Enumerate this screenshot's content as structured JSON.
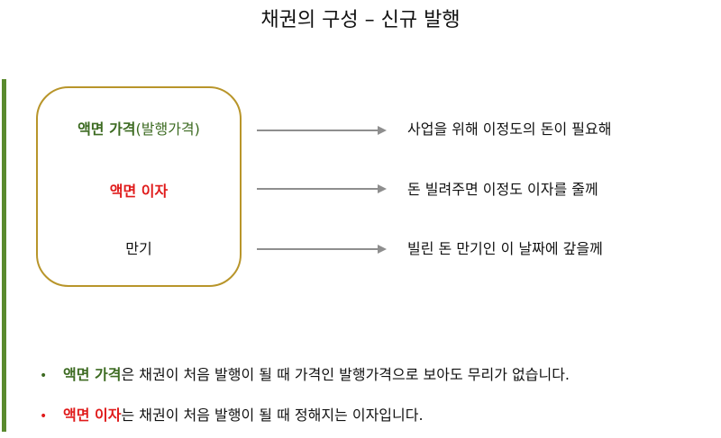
{
  "slide": {
    "title": "채권의 구성 – 신규 발행"
  },
  "terms": [
    {
      "key": "액면 가격",
      "note": "(발행가격)",
      "description": "사업을 위해 이정도의 돈이 필요해"
    },
    {
      "key": "액면 이자",
      "note": "",
      "description": "돈 빌려주면 이정도 이자를 줄께"
    },
    {
      "key": "만기",
      "note": "",
      "description": "빌린 돈 만기인 이 날짜에 갚을께"
    }
  ],
  "bullets": [
    {
      "marker": "•",
      "key": "액면 가격",
      "rest": "은 채권이 처음 발행이 될 때 가격인 발행가격으로 보아도 무리가 없습니다."
    },
    {
      "marker": "•",
      "key": "액면 이자",
      "rest": "는 채권이 처음 발행이 될 때 정해지는 이자입니다."
    }
  ],
  "colors": {
    "green": "#3d6b22",
    "red": "#e01b1b",
    "box_border": "#b8952a",
    "arrow": "#8e8e8e",
    "left_bar": "#5a8a2e"
  },
  "icons": {
    "arrow": "right-arrow-icon",
    "bullet": "bullet-dot-icon"
  }
}
